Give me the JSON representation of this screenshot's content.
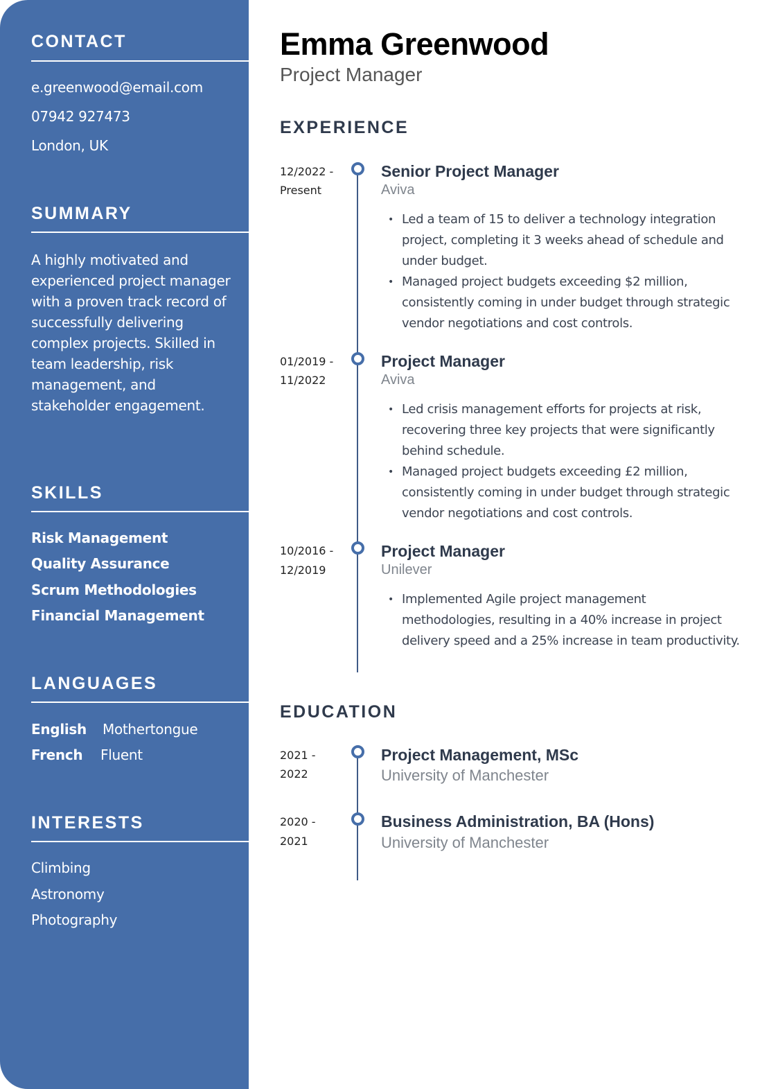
{
  "sidebar": {
    "contact": {
      "heading": "CONTACT",
      "email": "e.greenwood@email.com",
      "phone": "07942 927473",
      "location": "London, UK"
    },
    "summary": {
      "heading": "SUMMARY",
      "text": "A highly motivated and experienced project manager with a proven track record of successfully delivering complex projects. Skilled in team leadership, risk management, and stakeholder engagement."
    },
    "skills": {
      "heading": "SKILLS",
      "items": [
        "Risk Management",
        "Quality Assurance",
        "Scrum Methodologies",
        "Financial Management"
      ]
    },
    "languages": {
      "heading": "LANGUAGES",
      "items": [
        {
          "name": "English",
          "level": "Mothertongue"
        },
        {
          "name": "French",
          "level": "Fluent"
        }
      ]
    },
    "interests": {
      "heading": "INTERESTS",
      "items": [
        "Climbing",
        "Astronomy",
        "Photography"
      ]
    }
  },
  "header": {
    "name": "Emma Greenwood",
    "role": "Project Manager"
  },
  "experience": {
    "heading": "EXPERIENCE",
    "jobs": [
      {
        "date_start": "12/2022 -",
        "date_end": "Present",
        "title": "Senior Project Manager",
        "company": "Aviva",
        "bullets": [
          "Led a team of 15 to deliver a technology integration project, completing it 3 weeks ahead of schedule and under budget.",
          "Managed project budgets exceeding $2 million, consistently coming in under budget through strategic vendor negotiations and cost controls."
        ]
      },
      {
        "date_start": "01/2019 -",
        "date_end": "11/2022",
        "title": "Project Manager",
        "company": "Aviva",
        "bullets": [
          "Led crisis management efforts for projects at risk, recovering three key projects that were significantly behind schedule.",
          "Managed project budgets exceeding £2 million, consistently coming in under budget through strategic vendor negotiations and cost controls."
        ]
      },
      {
        "date_start": "10/2016 -",
        "date_end": "12/2019",
        "title": "Project Manager",
        "company": "Unilever",
        "bullets": [
          "Implemented Agile project management methodologies, resulting in a 40% increase in project delivery speed and a 25% increase in team productivity."
        ]
      }
    ]
  },
  "education": {
    "heading": "EDUCATION",
    "items": [
      {
        "date_start": "2021 -",
        "date_end": "2022",
        "degree": "Project Management, MSc",
        "school": "University of Manchester"
      },
      {
        "date_start": "2020 -",
        "date_end": "2021",
        "degree": "Business Administration, BA (Hons)",
        "school": "University of Manchester"
      }
    ]
  },
  "colors": {
    "sidebar_bg": "#466ea9",
    "heading_text": "#2f3a4c",
    "muted_text": "#7f858d",
    "timeline_dot": "#466ea9"
  }
}
